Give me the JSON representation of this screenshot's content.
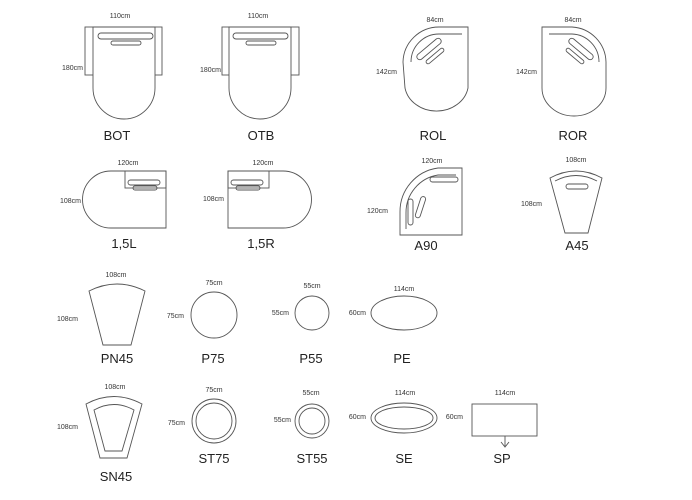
{
  "items": {
    "bot": {
      "label": "BOT",
      "width": "110cm",
      "height": "180cm"
    },
    "otb": {
      "label": "OTB",
      "width": "110cm",
      "height": "180cm"
    },
    "rol": {
      "label": "ROL",
      "width": "84cm",
      "height": "142cm"
    },
    "ror": {
      "label": "ROR",
      "width": "84cm",
      "height": "142cm"
    },
    "l15": {
      "label": "1,5L",
      "width": "120cm",
      "height": "108cm"
    },
    "r15": {
      "label": "1,5R",
      "width": "120cm",
      "height": "108cm"
    },
    "a90": {
      "label": "A90",
      "width": "120cm",
      "height": "120cm"
    },
    "a45": {
      "label": "A45",
      "width": "108cm",
      "height": "108cm"
    },
    "pn45": {
      "label": "PN45",
      "width": "108cm",
      "height": "108cm"
    },
    "p75": {
      "label": "P75",
      "width": "75cm",
      "height": "75cm"
    },
    "p55": {
      "label": "P55",
      "width": "55cm",
      "height": "55cm"
    },
    "pe": {
      "label": "PE",
      "width": "114cm",
      "height": "60cm"
    },
    "sn45": {
      "label": "SN45",
      "width": "108cm",
      "height": "108cm"
    },
    "st75": {
      "label": "ST75",
      "width": "75cm",
      "height": "75cm"
    },
    "st55": {
      "label": "ST55",
      "width": "55cm",
      "height": "55cm"
    },
    "se": {
      "label": "SE",
      "width": "114cm",
      "height": "60cm"
    },
    "sp": {
      "label": "SP",
      "width": "114cm",
      "height": "60cm"
    }
  }
}
